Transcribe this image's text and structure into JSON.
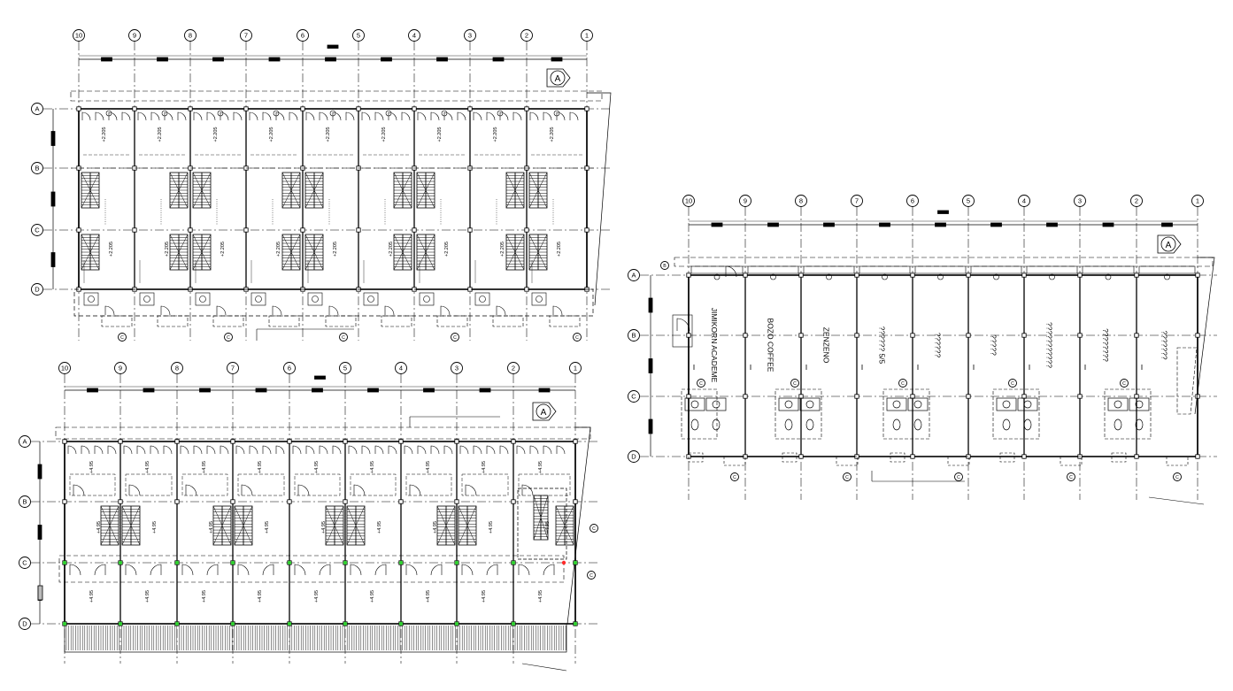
{
  "colors": {
    "ink": "#000000",
    "paper": "#ffffff",
    "accent_green": "#2fd12f",
    "accent_red": "#ff2a2a",
    "hatch_gray": "#bbbbbb"
  },
  "grid_columns": [
    "10",
    "9",
    "8",
    "7",
    "6",
    "5",
    "4",
    "3",
    "2",
    "1"
  ],
  "grid_rows": [
    "A",
    "B",
    "C",
    "D"
  ],
  "section_marker": "A",
  "plans": [
    {
      "id": "plan-ground-floor",
      "room_tags": [
        "+2.205",
        "+2.205",
        "+2.205",
        "+2.205",
        "+2.205",
        "+2.205",
        "+2.205",
        "+2.205",
        "+2.205"
      ]
    },
    {
      "id": "plan-upper-floor",
      "room_tags": [
        "+4.95",
        "+4.95",
        "+4.95",
        "+4.95",
        "+4.95",
        "+4.95",
        "+4.95",
        "+4.95",
        "+4.95"
      ]
    },
    {
      "id": "plan-shop-floor",
      "shop_names": [
        "JIMIKORN ACADEME",
        "BOZO COFFEE",
        "ZENZENO",
        "?????? 5/5",
        "??????",
        "?????",
        "???????????",
        "????????",
        "???????"
      ]
    }
  ]
}
